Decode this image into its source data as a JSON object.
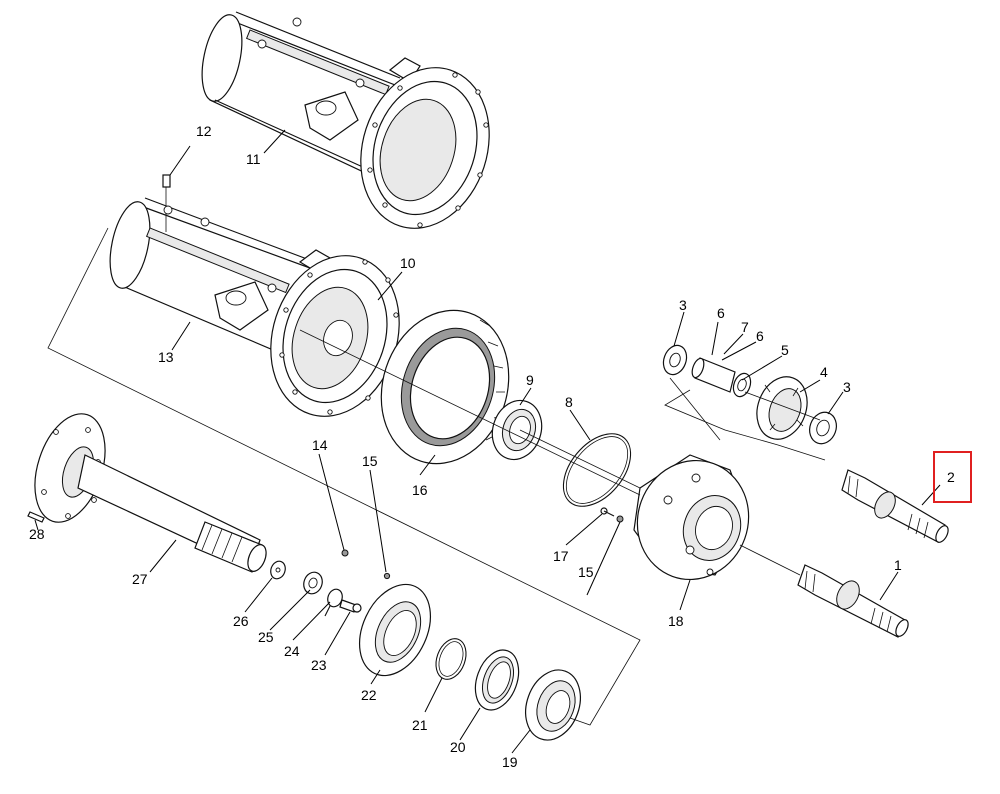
{
  "diagram": {
    "type": "exploded-parts-view",
    "highlight_color": "#e02020",
    "highlighted_callout": "2",
    "callouts": [
      {
        "id": "c1",
        "label": "1"
      },
      {
        "id": "c2",
        "label": "2"
      },
      {
        "id": "c3a",
        "label": "3"
      },
      {
        "id": "c3b",
        "label": "3"
      },
      {
        "id": "c4",
        "label": "4"
      },
      {
        "id": "c5",
        "label": "5"
      },
      {
        "id": "c6a",
        "label": "6"
      },
      {
        "id": "c6b",
        "label": "6"
      },
      {
        "id": "c7",
        "label": "7"
      },
      {
        "id": "c8",
        "label": "8"
      },
      {
        "id": "c9",
        "label": "9"
      },
      {
        "id": "c10",
        "label": "10"
      },
      {
        "id": "c11",
        "label": "11"
      },
      {
        "id": "c12",
        "label": "12"
      },
      {
        "id": "c13",
        "label": "13"
      },
      {
        "id": "c14",
        "label": "14"
      },
      {
        "id": "c15a",
        "label": "15"
      },
      {
        "id": "c15b",
        "label": "15"
      },
      {
        "id": "c16",
        "label": "16"
      },
      {
        "id": "c17",
        "label": "17"
      },
      {
        "id": "c18",
        "label": "18"
      },
      {
        "id": "c19",
        "label": "19"
      },
      {
        "id": "c20",
        "label": "20"
      },
      {
        "id": "c21",
        "label": "21"
      },
      {
        "id": "c22",
        "label": "22"
      },
      {
        "id": "c23",
        "label": "23"
      },
      {
        "id": "c24",
        "label": "24"
      },
      {
        "id": "c25",
        "label": "25"
      },
      {
        "id": "c26",
        "label": "26"
      },
      {
        "id": "c27",
        "label": "27"
      },
      {
        "id": "c28",
        "label": "28"
      }
    ]
  }
}
